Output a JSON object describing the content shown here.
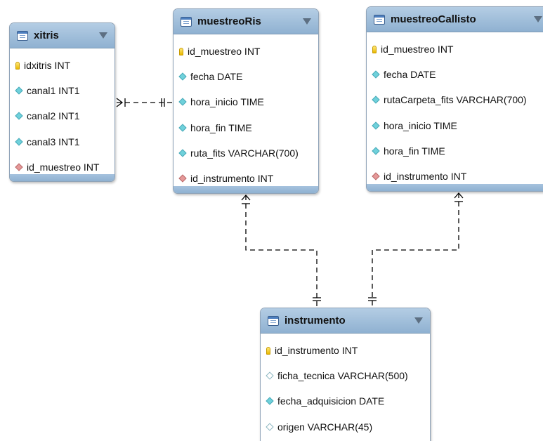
{
  "tables": [
    {
      "title": "xitris",
      "columns": [
        {
          "text": "idxitris INT",
          "icon": "primary-key-icon"
        },
        {
          "text": "canal1 INT1",
          "icon": "column-diamond-icon"
        },
        {
          "text": "canal2 INT1",
          "icon": "column-diamond-icon"
        },
        {
          "text": "canal3 INT1",
          "icon": "column-diamond-icon"
        },
        {
          "text": "id_muestreo INT",
          "icon": "foreign-key-icon"
        }
      ]
    },
    {
      "title": "muestreoRis",
      "columns": [
        {
          "text": "id_muestreo INT",
          "icon": "primary-key-icon"
        },
        {
          "text": "fecha DATE",
          "icon": "column-diamond-icon"
        },
        {
          "text": "hora_inicio TIME",
          "icon": "column-diamond-icon"
        },
        {
          "text": "hora_fin TIME",
          "icon": "column-diamond-icon"
        },
        {
          "text": "ruta_fits VARCHAR(700)",
          "icon": "column-diamond-icon"
        },
        {
          "text": "id_instrumento INT",
          "icon": "foreign-key-icon"
        }
      ]
    },
    {
      "title": "muestreoCallisto",
      "columns": [
        {
          "text": "id_muestreo INT",
          "icon": "primary-key-icon"
        },
        {
          "text": "fecha DATE",
          "icon": "column-diamond-icon"
        },
        {
          "text": "rutaCarpeta_fits VARCHAR(700)",
          "icon": "column-diamond-icon"
        },
        {
          "text": "hora_inicio TIME",
          "icon": "column-diamond-icon"
        },
        {
          "text": "hora_fin TIME",
          "icon": "column-diamond-icon"
        },
        {
          "text": "id_instrumento INT",
          "icon": "foreign-key-icon"
        }
      ]
    },
    {
      "title": "instrumento",
      "columns": [
        {
          "text": "id_instrumento INT",
          "icon": "primary-key-icon"
        },
        {
          "text": "ficha_tecnica VARCHAR(500)",
          "icon": "nullable-column-diamond-icon"
        },
        {
          "text": "fecha_adquisicion DATE",
          "icon": "column-diamond-icon"
        },
        {
          "text": "origen VARCHAR(45)",
          "icon": "nullable-column-diamond-icon"
        }
      ]
    }
  ],
  "colors": {
    "header": "#9fbcd9",
    "primary_key": "#f2cf2e",
    "column": "#6fd1db",
    "foreign_key": "#e59898",
    "connector": "#000000"
  }
}
